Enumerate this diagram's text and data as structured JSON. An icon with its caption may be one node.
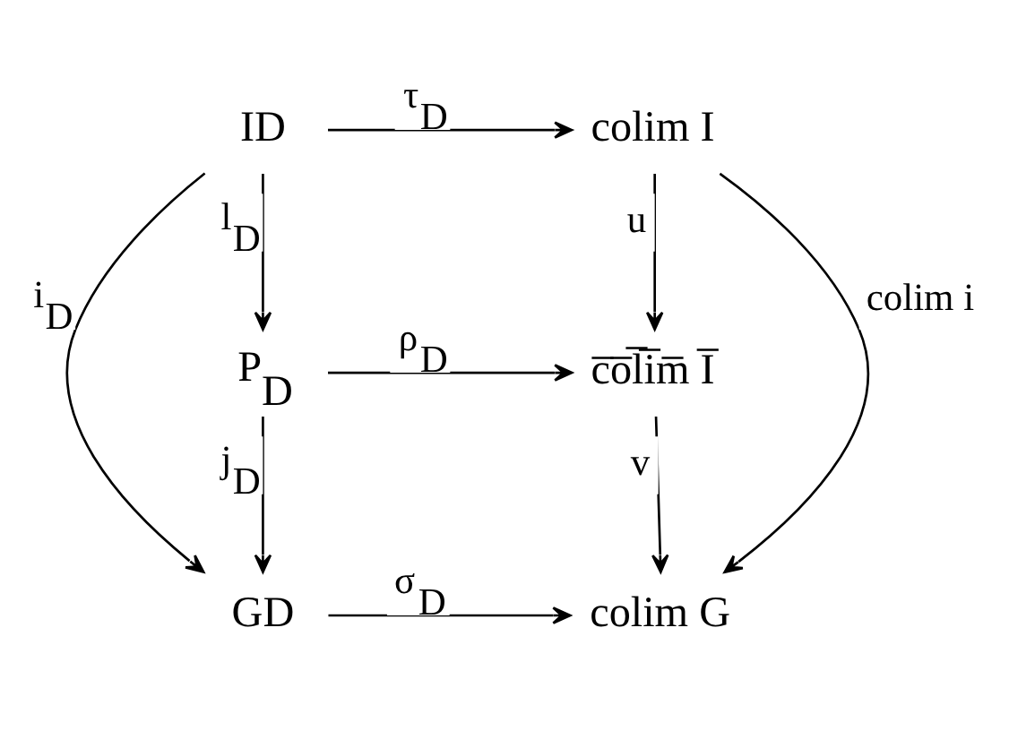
{
  "diagram": {
    "nodes": [
      {
        "text": [
          "ID"
        ]
      },
      {
        "text": [
          "colim I"
        ]
      },
      {
        "text": [
          "P$_{D}$"
        ]
      },
      {
        "text": [
          "c̅o̅l̅i̅m̅ I̅"
        ]
      },
      {
        "text": [
          "GD"
        ]
      },
      {
        "text": [
          "colim G"
        ]
      }
    ],
    "edges": [
      {
        "from": 0,
        "to": 1,
        "arrow": "to",
        "label": "τ$_{D}$"
      },
      {
        "from": 0,
        "to": 2,
        "arrow": "to",
        "label": "l$_{D}$"
      },
      {
        "from": 0,
        "to": 4,
        "arrow": "to",
        "label": "i$_{D}$"
      },
      {
        "from": 1,
        "to": 3,
        "arrow": "to",
        "label": "u"
      },
      {
        "from": 2,
        "to": 3,
        "arrow": "to",
        "label": "ρ$_{D}$"
      },
      {
        "from": 2,
        "to": 4,
        "arrow": "to",
        "label": "j$_{D}$"
      },
      {
        "from": 3,
        "to": 5,
        "arrow": "to",
        "label": "v"
      },
      {
        "from": 4,
        "to": 5,
        "arrow": "to",
        "label": "σ$_{D}$"
      },
      {
        "from": 1,
        "to": 5,
        "arrow": "to",
        "label": "colim i"
      }
    ]
  }
}
